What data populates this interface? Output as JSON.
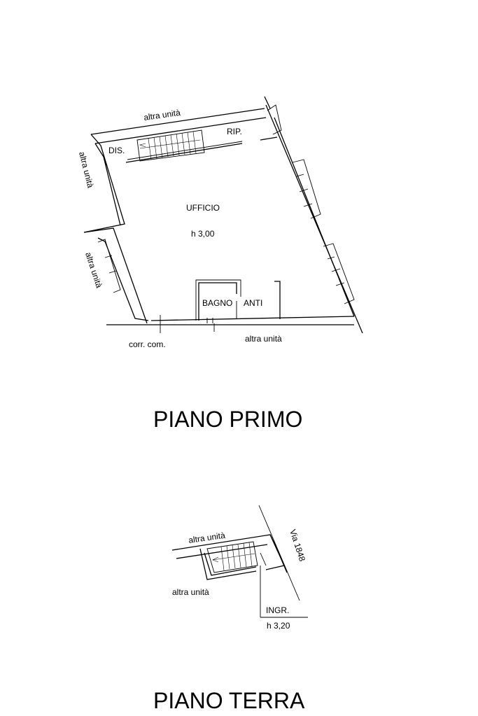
{
  "first_floor": {
    "title": "PIANO PRIMO",
    "labels": {
      "adjacent_top": "altra unità",
      "adjacent_left_upper": "altra unità",
      "adjacent_left_lower": "altra unità",
      "adjacent_bottom": "altra unità",
      "landing": "DIS.",
      "storage": "RIP.",
      "office": "UFFICIO",
      "office_height": "h 3,00",
      "bathroom": "BAGNO",
      "antechamber": "ANTI",
      "common_corridor": "corr. com."
    }
  },
  "ground_floor": {
    "title": "PIANO TERRA",
    "labels": {
      "adjacent_top": "altra unità",
      "adjacent_left": "altra unità",
      "street": "Via 1848",
      "entrance": "INGR.",
      "entrance_height": "h 3,20"
    }
  }
}
